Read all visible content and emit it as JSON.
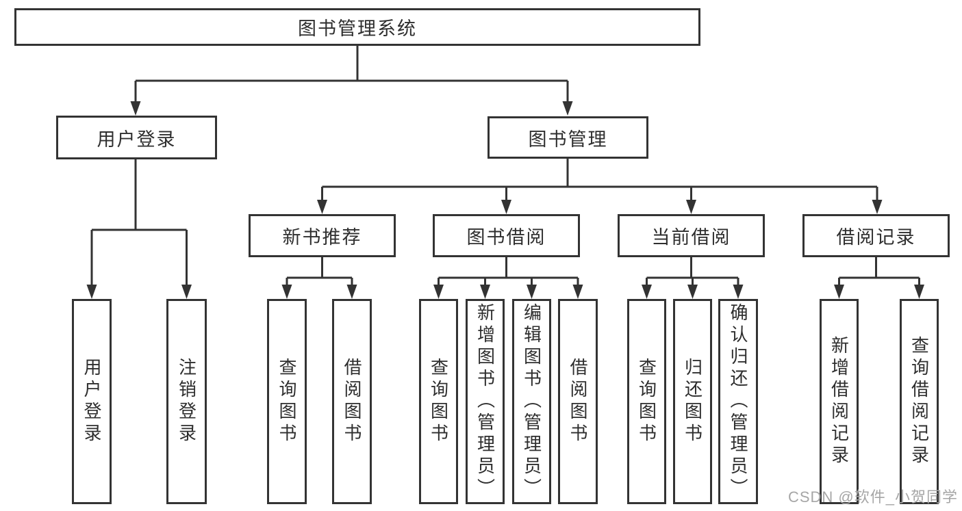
{
  "diagram": {
    "type": "tree",
    "tree": {
      "label": "图书管理系统",
      "children": [
        {
          "label": "用户登录",
          "children": [
            {
              "label": "用户登录"
            },
            {
              "label": "注销登录"
            }
          ]
        },
        {
          "label": "图书管理",
          "children": [
            {
              "label": "新书推荐",
              "children": [
                {
                  "label": "查询图书"
                },
                {
                  "label": "借阅图书"
                }
              ]
            },
            {
              "label": "图书借阅",
              "children": [
                {
                  "label": "查询图书"
                },
                {
                  "label": "新增图书（管理员）"
                },
                {
                  "label": "编辑图书（管理员）"
                },
                {
                  "label": "借阅图书"
                }
              ]
            },
            {
              "label": "当前借阅",
              "children": [
                {
                  "label": "查询图书"
                },
                {
                  "label": "归还图书"
                },
                {
                  "label": "确认归还（管理员）"
                }
              ]
            },
            {
              "label": "借阅记录",
              "children": [
                {
                  "label": "新增借阅记录"
                },
                {
                  "label": "查询借阅记录"
                }
              ]
            }
          ]
        }
      ]
    }
  },
  "watermark": {
    "text": "CSDN @软件_小贺同学"
  },
  "colors": {
    "line": "#333333",
    "box_border": "#333333",
    "box_fill": "#ffffff",
    "text": "#2e2e2e",
    "watermark": "#a6a6a6"
  }
}
